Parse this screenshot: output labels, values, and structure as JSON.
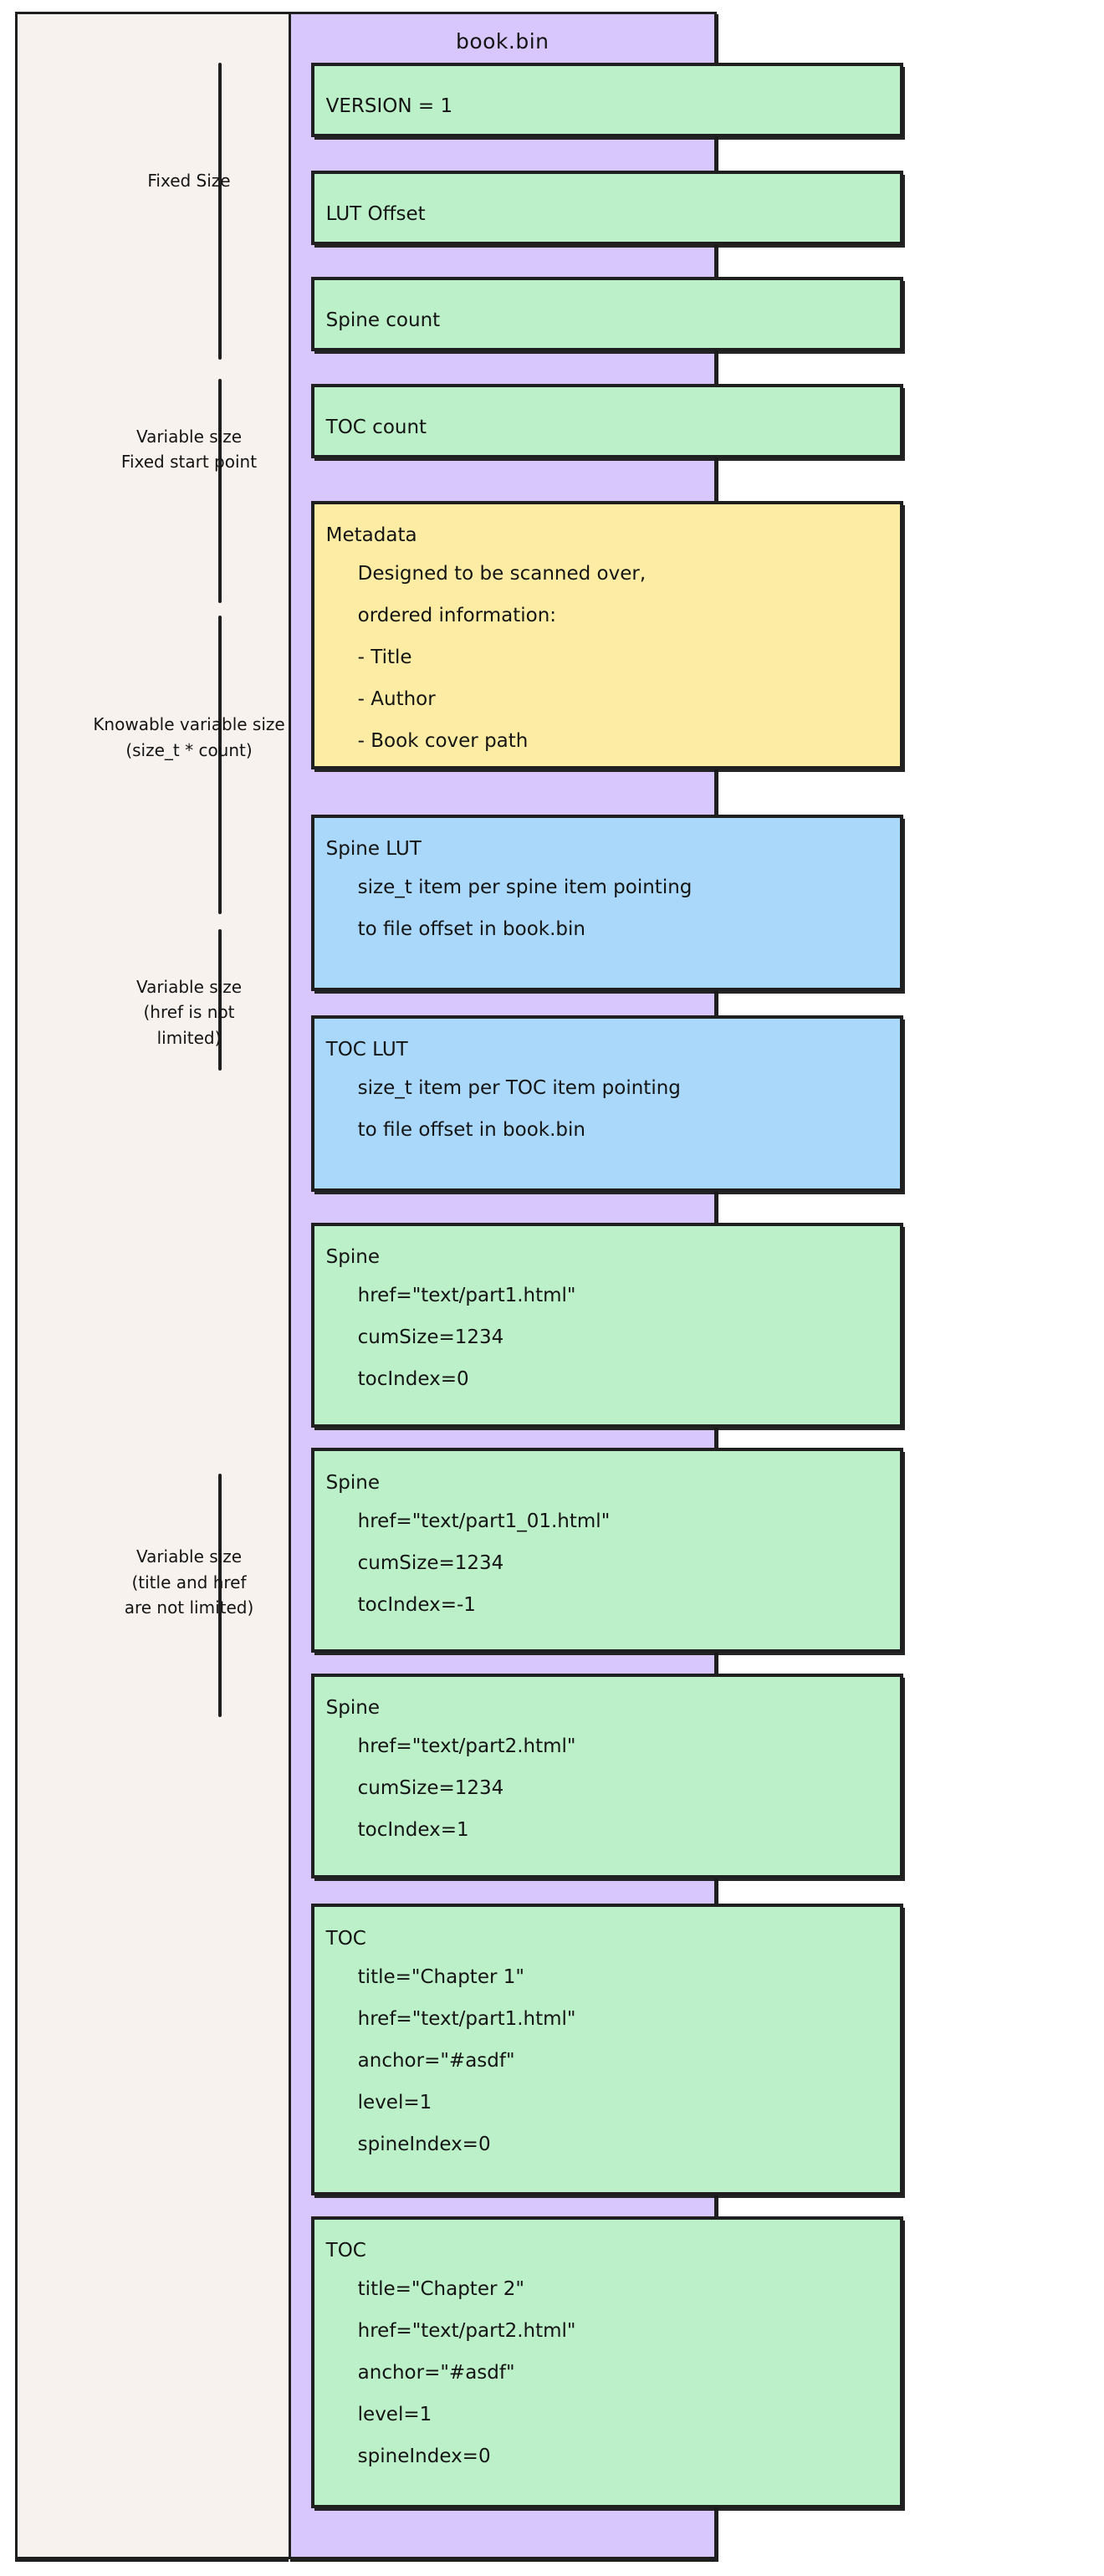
{
  "diagram": {
    "file_title": "book.bin",
    "colors": {
      "panel_background": "#f7f2ee",
      "container_background": "#d7c7fd",
      "green_block": "#bcf0c8",
      "yellow_block": "#fdeda4",
      "blue_block": "#a9d8fb",
      "stroke": "#1f1f1f"
    },
    "annotations": [
      {
        "id": "fixed-size",
        "text": "Fixed Size"
      },
      {
        "id": "variable-fixed-start",
        "text": "Variable size\nFixed start point"
      },
      {
        "id": "knowable-variable-size",
        "text": "Knowable variable size\n(size_t * count)"
      },
      {
        "id": "variable-size-href",
        "text": "Variable size\n(href is not\nlimited)"
      },
      {
        "id": "variable-size-title-href",
        "text": "Variable size\n(title and href\nare not limited)"
      }
    ],
    "blocks": [
      {
        "id": "version",
        "color": "green",
        "head": "VERSION = 1",
        "body": ""
      },
      {
        "id": "lut-offset",
        "color": "green",
        "head": "LUT Offset",
        "body": ""
      },
      {
        "id": "spine-count",
        "color": "green",
        "head": "Spine count",
        "body": ""
      },
      {
        "id": "toc-count",
        "color": "green",
        "head": "TOC count",
        "body": ""
      },
      {
        "id": "metadata",
        "color": "yellow",
        "head": "Metadata",
        "body": "Designed to be scanned over,\nordered information:\n   - Title\n   - Author\n   - Book cover path"
      },
      {
        "id": "spine-lut",
        "color": "blue",
        "head": "Spine LUT",
        "body": "size_t item per spine item pointing\nto file offset in book.bin"
      },
      {
        "id": "toc-lut",
        "color": "blue",
        "head": "TOC LUT",
        "body": "size_t item per TOC item pointing\nto file offset in book.bin"
      },
      {
        "id": "spine-1",
        "color": "green",
        "head": "Spine",
        "body": "href=\"text/part1.html\"\ncumSize=1234\ntocIndex=0"
      },
      {
        "id": "spine-2",
        "color": "green",
        "head": "Spine",
        "body": "href=\"text/part1_01.html\"\ncumSize=1234\ntocIndex=-1"
      },
      {
        "id": "spine-3",
        "color": "green",
        "head": "Spine",
        "body": "href=\"text/part2.html\"\ncumSize=1234\ntocIndex=1"
      },
      {
        "id": "toc-1",
        "color": "green",
        "head": "TOC",
        "body": "title=\"Chapter 1\"\nhref=\"text/part1.html\"\nanchor=\"#asdf\"\nlevel=1\nspineIndex=0"
      },
      {
        "id": "toc-2",
        "color": "green",
        "head": "TOC",
        "body": "title=\"Chapter 2\"\nhref=\"text/part2.html\"\nanchor=\"#asdf\"\nlevel=1\nspineIndex=0"
      }
    ]
  }
}
